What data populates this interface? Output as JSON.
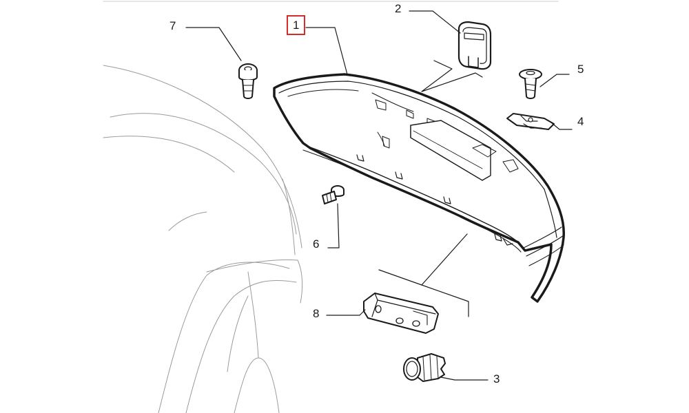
{
  "diagram": {
    "highlight_color": "#d62b2b",
    "line_color": "#1a1a1a",
    "parts": [
      {
        "id": "1",
        "label": "1",
        "highlighted": true
      },
      {
        "id": "2",
        "label": "2",
        "highlighted": false
      },
      {
        "id": "3",
        "label": "3",
        "highlighted": false
      },
      {
        "id": "4",
        "label": "4",
        "highlighted": false
      },
      {
        "id": "5",
        "label": "5",
        "highlighted": false
      },
      {
        "id": "6",
        "label": "6",
        "highlighted": false
      },
      {
        "id": "7",
        "label": "7",
        "highlighted": false
      },
      {
        "id": "8",
        "label": "8",
        "highlighted": false
      }
    ]
  }
}
